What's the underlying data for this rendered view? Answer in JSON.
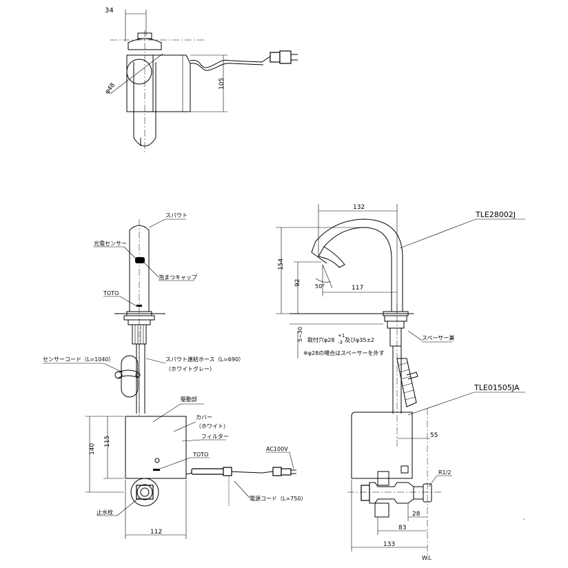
{
  "dims": {
    "top_width": "34",
    "top_dia": "φ48",
    "top_height": "105",
    "spout_reach": "132",
    "spout_height": "154",
    "outlet_height": "92",
    "outlet_reach": "117",
    "angle": "50°",
    "counter_thick": "5~30",
    "box_height_outer": "140",
    "box_height_inner": "115",
    "box_width": "112",
    "side_depth": "55",
    "r_offset": "28",
    "valve_offset": "83",
    "total_depth": "133"
  },
  "labels": {
    "model_faucet": "TLE28002J",
    "model_valve": "TLE01505JA",
    "spout": "スパウト",
    "sensor": "光電センサー",
    "foam_cap": "泡まつキャップ",
    "toto_logo": "TOTO",
    "sensor_cord": "センサーコード（L=1040）",
    "hose": "スパウト連結ホース（L=690）",
    "hose_color": "（ホワイトグレー）",
    "drive_unit": "駆動部",
    "cover": "カバー",
    "cover_color": "（ホワイト）",
    "filter": "フィルター",
    "toto_unit": "TOTO",
    "ac": "AC100V",
    "power_cord": "電源コード（L=750）",
    "stop_valve": "止水栓",
    "spacer": "スペーサー兼",
    "mount_hole": "取付穴φ28",
    "tol_plus": "+1",
    "tol_minus": "-3",
    "mount_hole_2": "及びφ35±2",
    "mount_note": "※φ28の場合はスペーサーを外す",
    "r_half": "R1/2",
    "wall_line": "W.L"
  }
}
